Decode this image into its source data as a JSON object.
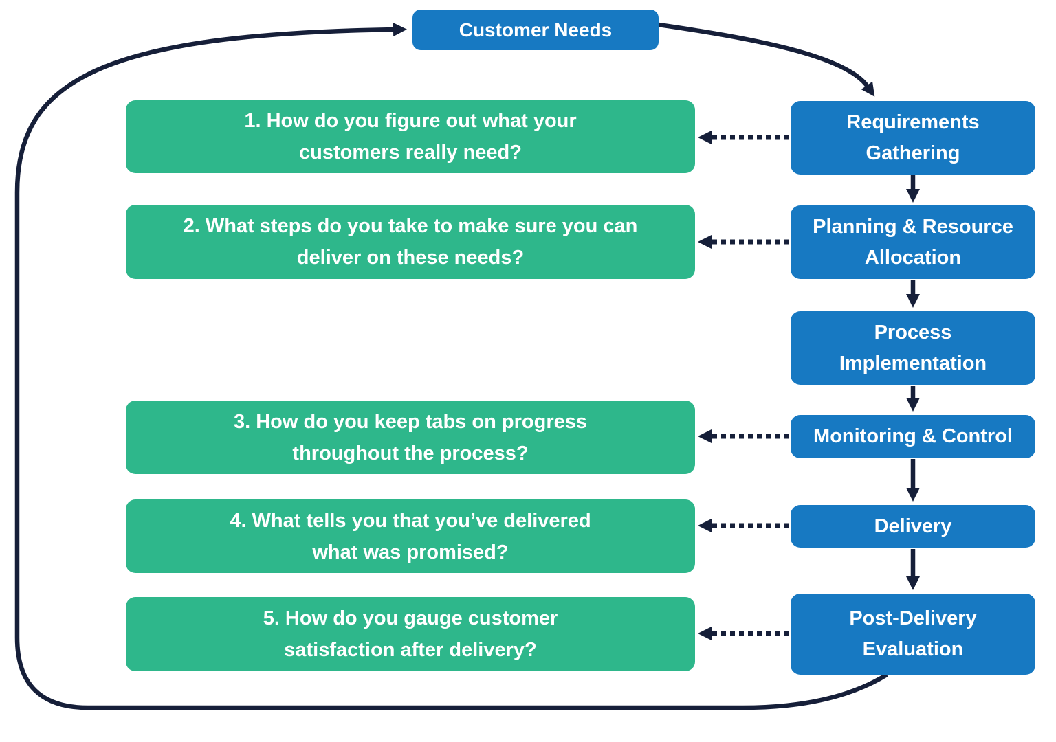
{
  "diagram": {
    "customer_needs": {
      "label": "Customer Needs"
    },
    "stages": [
      {
        "id": "requirements-gathering",
        "lines": [
          "Requirements",
          "Gathering"
        ]
      },
      {
        "id": "planning-resource-allocation",
        "lines": [
          "Planning & Resource",
          "Allocation"
        ]
      },
      {
        "id": "process-implementation",
        "lines": [
          "Process",
          "Implementation"
        ]
      },
      {
        "id": "monitoring-control",
        "lines": [
          "Monitoring & Control"
        ]
      },
      {
        "id": "delivery",
        "lines": [
          "Delivery"
        ]
      },
      {
        "id": "post-delivery-evaluation",
        "lines": [
          "Post-Delivery",
          "Evaluation"
        ]
      }
    ],
    "questions": [
      {
        "lines": [
          "1. How do you figure out what your",
          "customers really need?"
        ]
      },
      {
        "lines": [
          "2. What steps do you take to make sure you can",
          "deliver on these needs?"
        ]
      },
      {
        "lines": [
          "3. How do you keep tabs on progress",
          "throughout the process?"
        ]
      },
      {
        "lines": [
          "4. What tells you that you’ve delivered",
          "what was promised?"
        ]
      },
      {
        "lines": [
          "5. How do you gauge customer",
          "satisfaction after delivery?"
        ]
      }
    ],
    "colors": {
      "stage_blue": "#1779c2",
      "question_green": "#2eb78b",
      "arrow_navy": "#161f39",
      "text": "#ffffff",
      "background": "#ffffff"
    }
  }
}
